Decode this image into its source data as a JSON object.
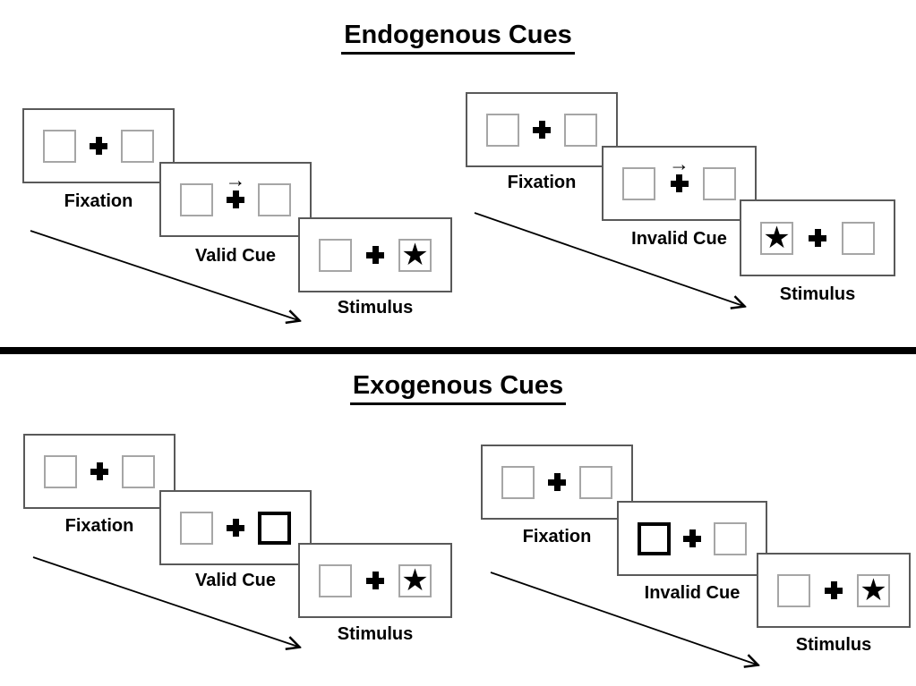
{
  "colors": {
    "background": "#ffffff",
    "panel_border": "#595959",
    "box_border": "#a6a6a6",
    "highlight_box_border": "#000000",
    "ink": "#000000"
  },
  "symbols": {
    "star": "★",
    "cue_arrow": "→",
    "fixation_cross": "+"
  },
  "sections": {
    "endogenous": {
      "title": "Endogenous Cues",
      "valid": {
        "fixation_label": "Fixation",
        "cue_label": "Valid Cue",
        "stimulus_label": "Stimulus",
        "cue_arrow_direction": "right",
        "stimulus_star_side": "right"
      },
      "invalid": {
        "fixation_label": "Fixation",
        "cue_label": "Invalid Cue",
        "stimulus_label": "Stimulus",
        "cue_arrow_direction": "right",
        "stimulus_star_side": "left"
      }
    },
    "exogenous": {
      "title": "Exogenous Cues",
      "valid": {
        "fixation_label": "Fixation",
        "cue_label": "Valid Cue",
        "stimulus_label": "Stimulus",
        "highlighted_box_side": "right",
        "stimulus_star_side": "right"
      },
      "invalid": {
        "fixation_label": "Fixation",
        "cue_label": "Invalid Cue",
        "stimulus_label": "Stimulus",
        "highlighted_box_side": "left",
        "stimulus_star_side": "right"
      }
    }
  }
}
